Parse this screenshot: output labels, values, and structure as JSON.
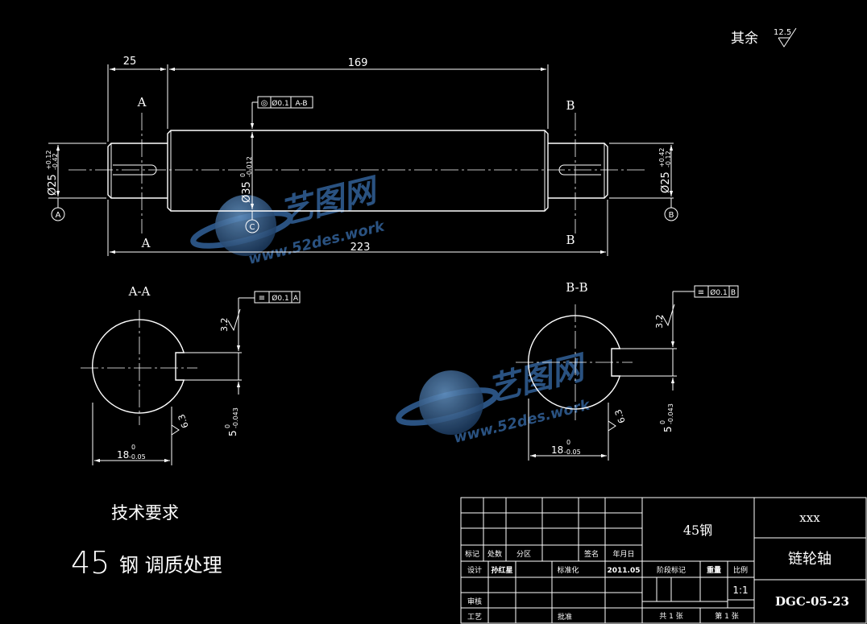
{
  "roughness": {
    "label": "其余",
    "value": "12.5"
  },
  "dims": {
    "d25": "25",
    "d169": "169",
    "d223": "223",
    "dia_left": "Ø25",
    "dia_left_tol_up": "+0.12",
    "dia_left_tol_low": "-0.42",
    "dia_mid": "Ø35",
    "dia_mid_tol_up": "0",
    "dia_mid_tol_low": "-0.012",
    "dia_right": "Ø25",
    "dia_right_tol_up": "+0.42",
    "dia_right_tol_low": "-0.12",
    "aa_width": "18",
    "aa_width_tol_up": "0",
    "aa_width_tol_low": "-0.05",
    "aa_key": "5",
    "aa_key_tol_up": "0",
    "aa_key_tol_low": "-0.043",
    "bb_width": "18",
    "bb_width_tol_up": "0",
    "bb_width_tol_low": "-0.05",
    "bb_key": "5",
    "bb_key_tol_up": "0",
    "bb_key_tol_low": "-0.043",
    "rough_32": "3.2",
    "rough_63": "6.3"
  },
  "section_labels": {
    "a": "A",
    "b": "B",
    "aa": "A-A",
    "bb": "B-B"
  },
  "datums": {
    "a": "A",
    "b": "B",
    "c": "C"
  },
  "tolerances": {
    "main": {
      "symbol": "◎",
      "value": "Ø0.1",
      "datum": "A-B"
    },
    "aa": {
      "symbol": "≡",
      "value": "Ø0.1",
      "datum": "A"
    },
    "bb": {
      "symbol": "≡",
      "value": "Ø0.1",
      "datum": "B"
    }
  },
  "tech": {
    "title": "技术要求",
    "line_num": "45",
    "line_text": "钢   调质处理"
  },
  "watermark": {
    "brand": "艺图网",
    "url": "www.52des.work"
  },
  "title_block": {
    "material": "45钢",
    "company": "xxx",
    "part_name": "链轮轴",
    "drawing_no": "DGC-05-23",
    "scale": "1:1",
    "h_mark": "标记",
    "h_count": "处数",
    "h_zone": "分区",
    "h_sign": "签名",
    "h_date": "年月日",
    "design": "设计",
    "designer": "孙红星",
    "standard": "标准化",
    "design_date": "2011.05",
    "stage": "阶段标记",
    "weight": "重量",
    "ratio": "比例",
    "review": "审核",
    "process": "工艺",
    "approve": "批准",
    "total": "共 1 张",
    "sheet": "第 1 张"
  }
}
